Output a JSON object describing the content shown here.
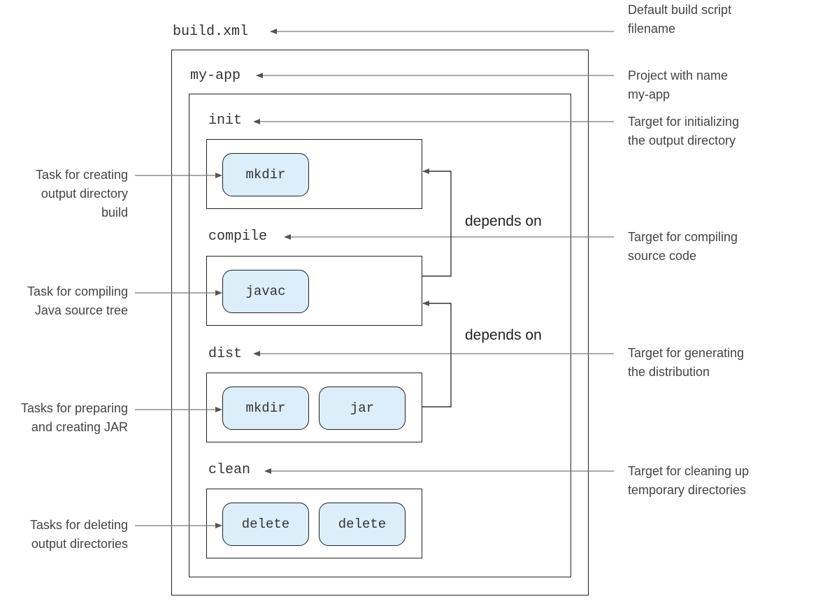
{
  "file": {
    "name": "build.xml"
  },
  "project": {
    "name": "my-app"
  },
  "targets": [
    {
      "name": "init",
      "tasks": [
        "mkdir"
      ]
    },
    {
      "name": "compile",
      "tasks": [
        "javac"
      ]
    },
    {
      "name": "dist",
      "tasks": [
        "mkdir",
        "jar"
      ]
    },
    {
      "name": "clean",
      "tasks": [
        "delete",
        "delete"
      ]
    }
  ],
  "dependencies": [
    {
      "label": "depends on",
      "from": "compile",
      "to": "init"
    },
    {
      "label": "depends on",
      "from": "dist",
      "to": "compile"
    }
  ],
  "annotations": {
    "build_script": "Default build script filename",
    "project": "Project with name my-app",
    "init_target": "Target for initializing the output directory",
    "compile_target": "Target for compiling source code",
    "dist_target": "Target for generating the distribution",
    "clean_target": "Target for cleaning up temporary directories",
    "init_task": "Task for creating output directory build",
    "compile_task": "Task for compiling Java source tree",
    "dist_tasks": "Tasks for preparing and creating JAR",
    "clean_tasks": "Tasks for deleting output directories"
  },
  "annotation_lines": {
    "build_script": [
      "Default build script",
      "filename"
    ],
    "project": [
      "Project with name",
      "my-app"
    ],
    "init_target": [
      "Target for initializing",
      "the output directory"
    ],
    "compile_target": [
      "Target for compiling",
      "source code"
    ],
    "dist_target": [
      "Target for generating",
      "the distribution"
    ],
    "clean_target": [
      "Target for cleaning up",
      "temporary directories"
    ],
    "init_task": [
      "Task for creating",
      "output directory",
      "build"
    ],
    "compile_task": [
      "Task for compiling",
      "Java source tree"
    ],
    "dist_tasks": [
      "Tasks for preparing",
      "and creating JAR"
    ],
    "clean_tasks": [
      "Tasks for deleting",
      "output directories"
    ]
  },
  "colors": {
    "task_fill": "#dbeefa",
    "border": "#222222",
    "arrow": "#666666"
  }
}
